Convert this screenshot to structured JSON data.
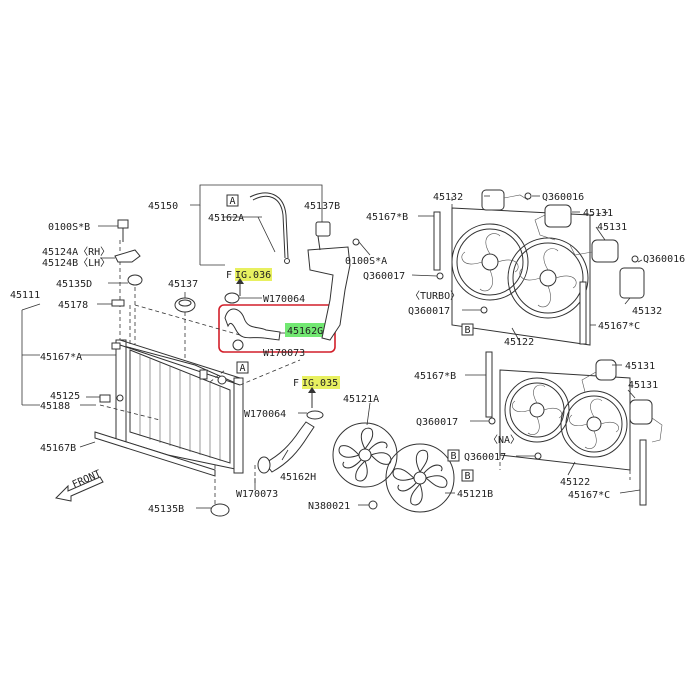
{
  "diagram": {
    "highlight_color": "#e8f060",
    "selected_color": "#72e872",
    "frame_color": "#d21f2a",
    "labels": {
      "p45150": "45150",
      "p45162A": "45162A",
      "p45137B": "45137B",
      "p0100S_B": "0100S*B",
      "p45124A": "45124A〈RH〉",
      "p45124B": "45124B〈LH〉",
      "p45135D": "45135D",
      "p45137": "45137",
      "fig036_prefix": "F",
      "fig036_hl": "IG.036",
      "p0100S_A": "0100S*A",
      "p45111": "45111",
      "p45178": "45178",
      "w170064_top": "W170064",
      "p45162G": "45162G",
      "w170073_top": "W170073",
      "p45167A": "45167*A",
      "fig035_prefix": "F",
      "fig035_hl": "IG.035",
      "p45125": "45125",
      "p45188": "45188",
      "w170064_bot": "W170064",
      "p45121A": "45121A",
      "p45167B_left": "45167B",
      "front": "FRONT",
      "p45162H": "45162H",
      "w170073_bot": "W170073",
      "p45135B": "45135B",
      "n380021": "N380021",
      "p45121B": "45121B",
      "p45132_top": "45132",
      "q360016_top": "Q360016",
      "p45167B_top": "45167*B",
      "p45131_top": "45131",
      "p45131_top2": "45131",
      "q360016_right": "Q360016",
      "q360017_a": "Q360017",
      "turbo": "〈TURBO〉",
      "q360017_b": "Q360017",
      "p45132_mid": "45132",
      "p45167C_top": "45167*C",
      "p45122_top": "45122",
      "p45167B_mid": "45167*B",
      "p45131_mid": "45131",
      "p45131_mid2": "45131",
      "q360017_c": "Q360017",
      "na": "〈NA〉",
      "q360017_d": "Q360017",
      "p45122_bot": "45122",
      "p45167C_bot": "45167*C"
    },
    "markers": {
      "a_top": "A",
      "a_mid": "A",
      "b_top": "B",
      "b_mid": "B",
      "b_bot": "B"
    }
  }
}
